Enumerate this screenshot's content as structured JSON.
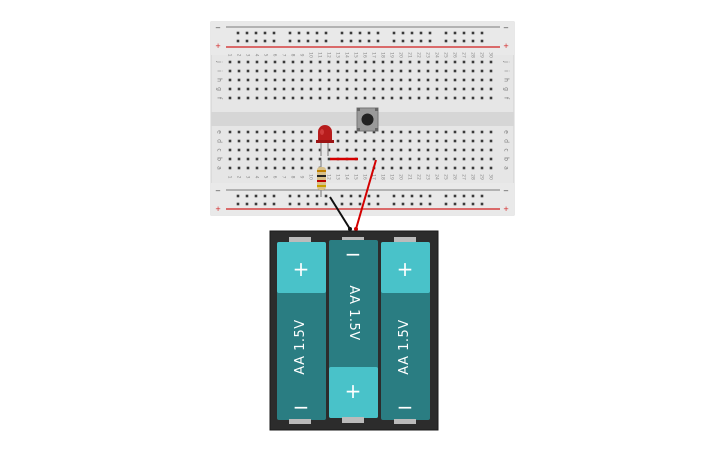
{
  "breadboard": {
    "rail_minus": "−",
    "rail_plus": "+",
    "rows_top": [
      "j",
      "i",
      "h",
      "g",
      "f"
    ],
    "rows_bottom": [
      "e",
      "d",
      "c",
      "b",
      "a"
    ],
    "columns": [
      "1",
      "2",
      "3",
      "4",
      "5",
      "6",
      "7",
      "8",
      "9",
      "10",
      "11",
      "12",
      "13",
      "14",
      "15",
      "16",
      "17",
      "18",
      "19",
      "20",
      "21",
      "22",
      "23",
      "24",
      "25",
      "26",
      "27",
      "28",
      "29",
      "30"
    ]
  },
  "battery_pack": {
    "cells": [
      {
        "label": "AA 1.5V",
        "top_sign": "+",
        "bottom_sign": "−"
      },
      {
        "label": "AA 1.5V",
        "top_sign": "−",
        "bottom_sign": "+"
      },
      {
        "label": "AA 1.5V",
        "top_sign": "+",
        "bottom_sign": "−"
      }
    ]
  },
  "colors": {
    "breadboard": "#e6e6e6",
    "rail_red": "#d21f1f",
    "battery_body": "#2a7d82",
    "battery_cap": "#49c2c9",
    "holder": "#2c2c2c",
    "led": "#b71c1c",
    "wire_red": "#d40000",
    "wire_black": "#111111"
  },
  "components": {
    "led": "led-icon",
    "resistor": "resistor-icon",
    "pushbutton": "pushbutton-icon"
  }
}
